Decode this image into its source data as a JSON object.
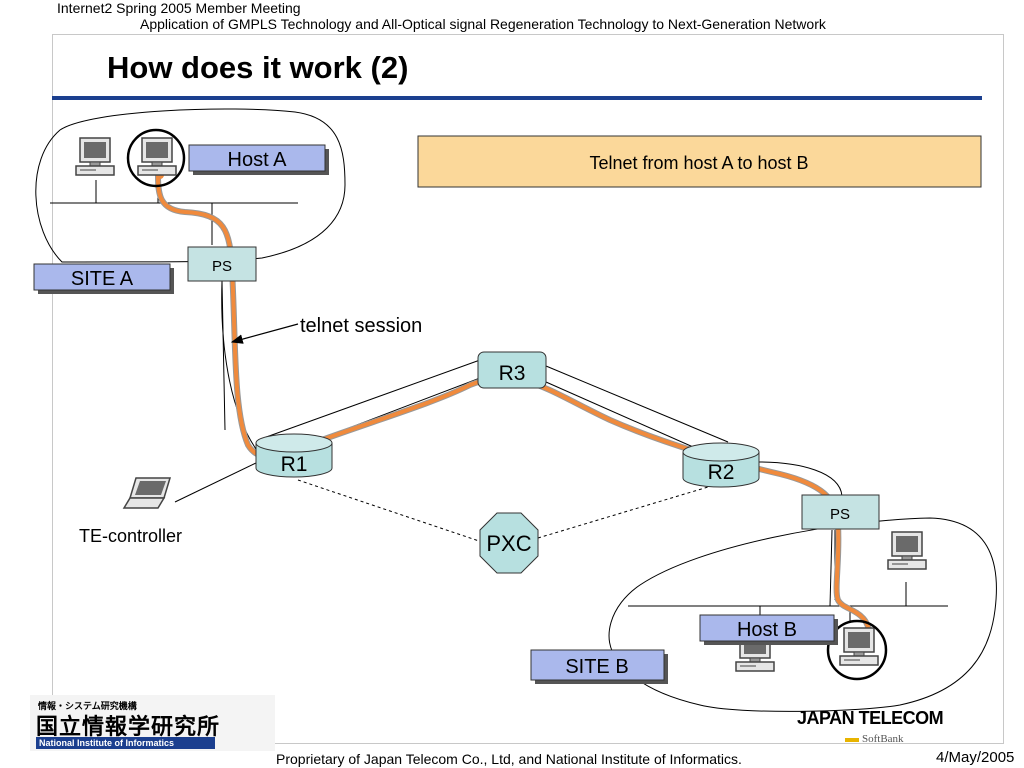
{
  "header": {
    "meeting": "Internet2 Spring 2005 Member Meeting",
    "subtitle": "Application of GMPLS Technology and All-Optical signal Regeneration Technology to Next-Generation Network"
  },
  "slide": {
    "title": "How does it work (2)"
  },
  "diagram": {
    "callout": "Telnet from host A to host B",
    "host_a_label": "Host A",
    "host_b_label": "Host B",
    "site_a_label": "SITE A",
    "site_b_label": "SITE B",
    "ps_a_label": "PS",
    "ps_b_label": "PS",
    "r1_label": "R1",
    "r2_label": "R2",
    "r3_label": "R3",
    "pxc_label": "PXC",
    "telnet_label": "telnet session",
    "te_controller_label": "TE-controller",
    "colors": {
      "label_box": "#aab8ec",
      "callout_box": "#fbd89a",
      "router": "#b7e0e0",
      "pxc": "#b7e0e0",
      "session_path": "#f08a3c",
      "title_rule": "#1b3f8f"
    }
  },
  "footer": {
    "proprietary": "Proprietary of Japan Telecom Co., Ltd, and National Institute of Informatics.",
    "date": "4/May/2005"
  },
  "logos": {
    "nii_small": "情報・システム研究機構",
    "nii_big": "国立情報学研究所",
    "nii_en": "National Institute of Informatics",
    "japan_telecom": "JAPAN TELECOM",
    "softbank": "SoftBank"
  }
}
